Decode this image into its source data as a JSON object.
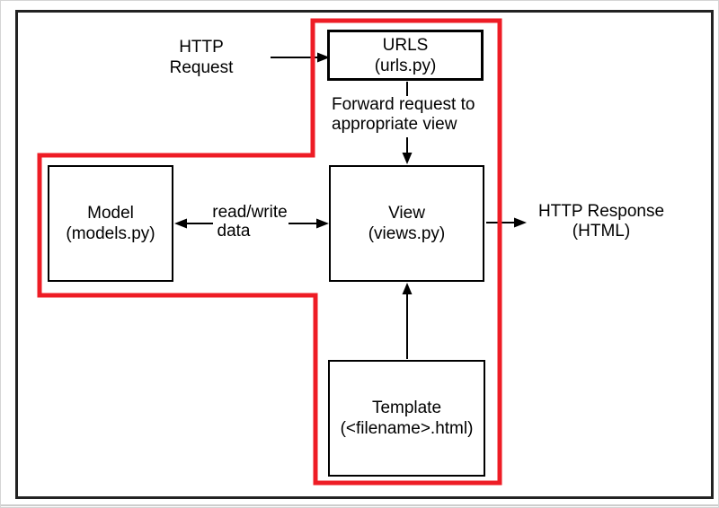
{
  "colors": {
    "highlight": "#ee1c25",
    "stroke": "#000000",
    "frame": "#222222"
  },
  "nodes": {
    "urls": {
      "title": "URLS",
      "subtitle": "(urls.py)"
    },
    "model": {
      "title": "Model",
      "subtitle": "(models.py)"
    },
    "view": {
      "title": "View",
      "subtitle": "(views.py)"
    },
    "template": {
      "title": "Template",
      "subtitle": "(<filename>.html)"
    }
  },
  "labels": {
    "http_request": {
      "line1": "HTTP",
      "line2": "Request"
    },
    "forward": {
      "line1": "Forward request to",
      "line2": "appropriate view"
    },
    "read_write": {
      "line1": "read/write",
      "line2": "data"
    },
    "http_response": {
      "line1": "HTTP Response",
      "line2": "(HTML)"
    }
  }
}
